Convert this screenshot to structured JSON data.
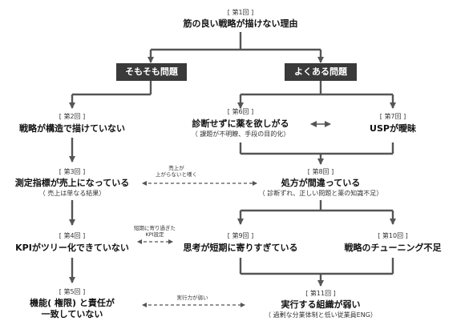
{
  "top": {
    "episode": "[ 第1回 ]",
    "title": "筋の良い戦略が描けない理由"
  },
  "headers": {
    "left": "そもそも問題",
    "right": "よくある問題"
  },
  "left": [
    {
      "episode": "[ 第2回 ]",
      "title": "戦略が構造で描けていない",
      "sub": ""
    },
    {
      "episode": "[ 第3回 ]",
      "title": "測定指標が売上になっている",
      "sub": "（ 売上は単なる結果）"
    },
    {
      "episode": "[ 第4回 ]",
      "title": "KPIがツリー化できていない",
      "sub": ""
    },
    {
      "episode": "[ 第5回 ]",
      "title": "機能( 権限) と責任が",
      "title2": "一致していない"
    }
  ],
  "right": {
    "ep6": {
      "episode": "[ 第6回 ]",
      "title": "診断せずに薬を欲しがる",
      "sub": "（ 課題が不明瞭、手段の目的化）"
    },
    "ep7": {
      "episode": "[ 第7回 ]",
      "title": "USPが曖昧"
    },
    "ep8": {
      "episode": "[ 第8回 ]",
      "title": "処方が間違っている",
      "sub": "（ 診断ずれ、正しい問題と薬の知識不足）"
    },
    "ep9": {
      "episode": "[ 第9回 ]",
      "title": "思考が短期に寄りすぎている"
    },
    "ep10": {
      "episode": "[ 第10回 ]",
      "title": "戦略のチューニング不足"
    },
    "ep11": {
      "episode": "[ 第11回 ]",
      "title": "実行する組織が弱い",
      "sub": "（ 過剰な分業体制と低い従業員ENG）"
    }
  },
  "links": {
    "sales": {
      "line1": "売上が",
      "line2": "上がらないと嘆く"
    },
    "shortterm": {
      "line1": "短期に寄り過ぎた",
      "line2": "KPI設定"
    },
    "execution": {
      "line1": "実行力が弱い"
    }
  }
}
